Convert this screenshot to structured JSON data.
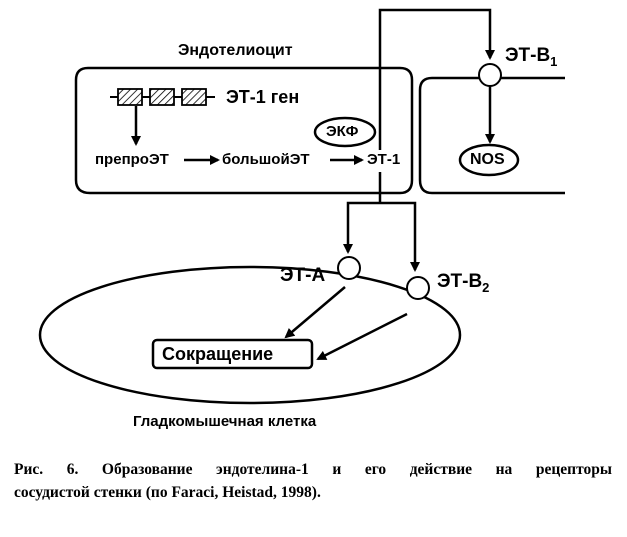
{
  "diagram": {
    "endothelial_cell_label": "Эндотелиоцит",
    "gene_label": "ЭТ-1 ген",
    "enzyme_label": "ЭКФ",
    "preproET_label": "препроЭТ",
    "bigET_label": "большойЭТ",
    "et1_label": "ЭТ-1",
    "etb1_label": "ЭТ-В",
    "etb1_subscript": "1",
    "nos_label": "NOS",
    "eta_label": "ЭТ-А",
    "etb2_label": "ЭТ-В",
    "etb2_subscript": "2",
    "contraction_label": "Сокращение",
    "smooth_muscle_label": "Гладкомышечная клетка"
  },
  "caption": {
    "line1": "Рис. 6. Образование эндотелина-1 и его действие на рецепторы",
    "line2": "сосудистой стенки (по Faraci, Heistad, 1998)."
  }
}
